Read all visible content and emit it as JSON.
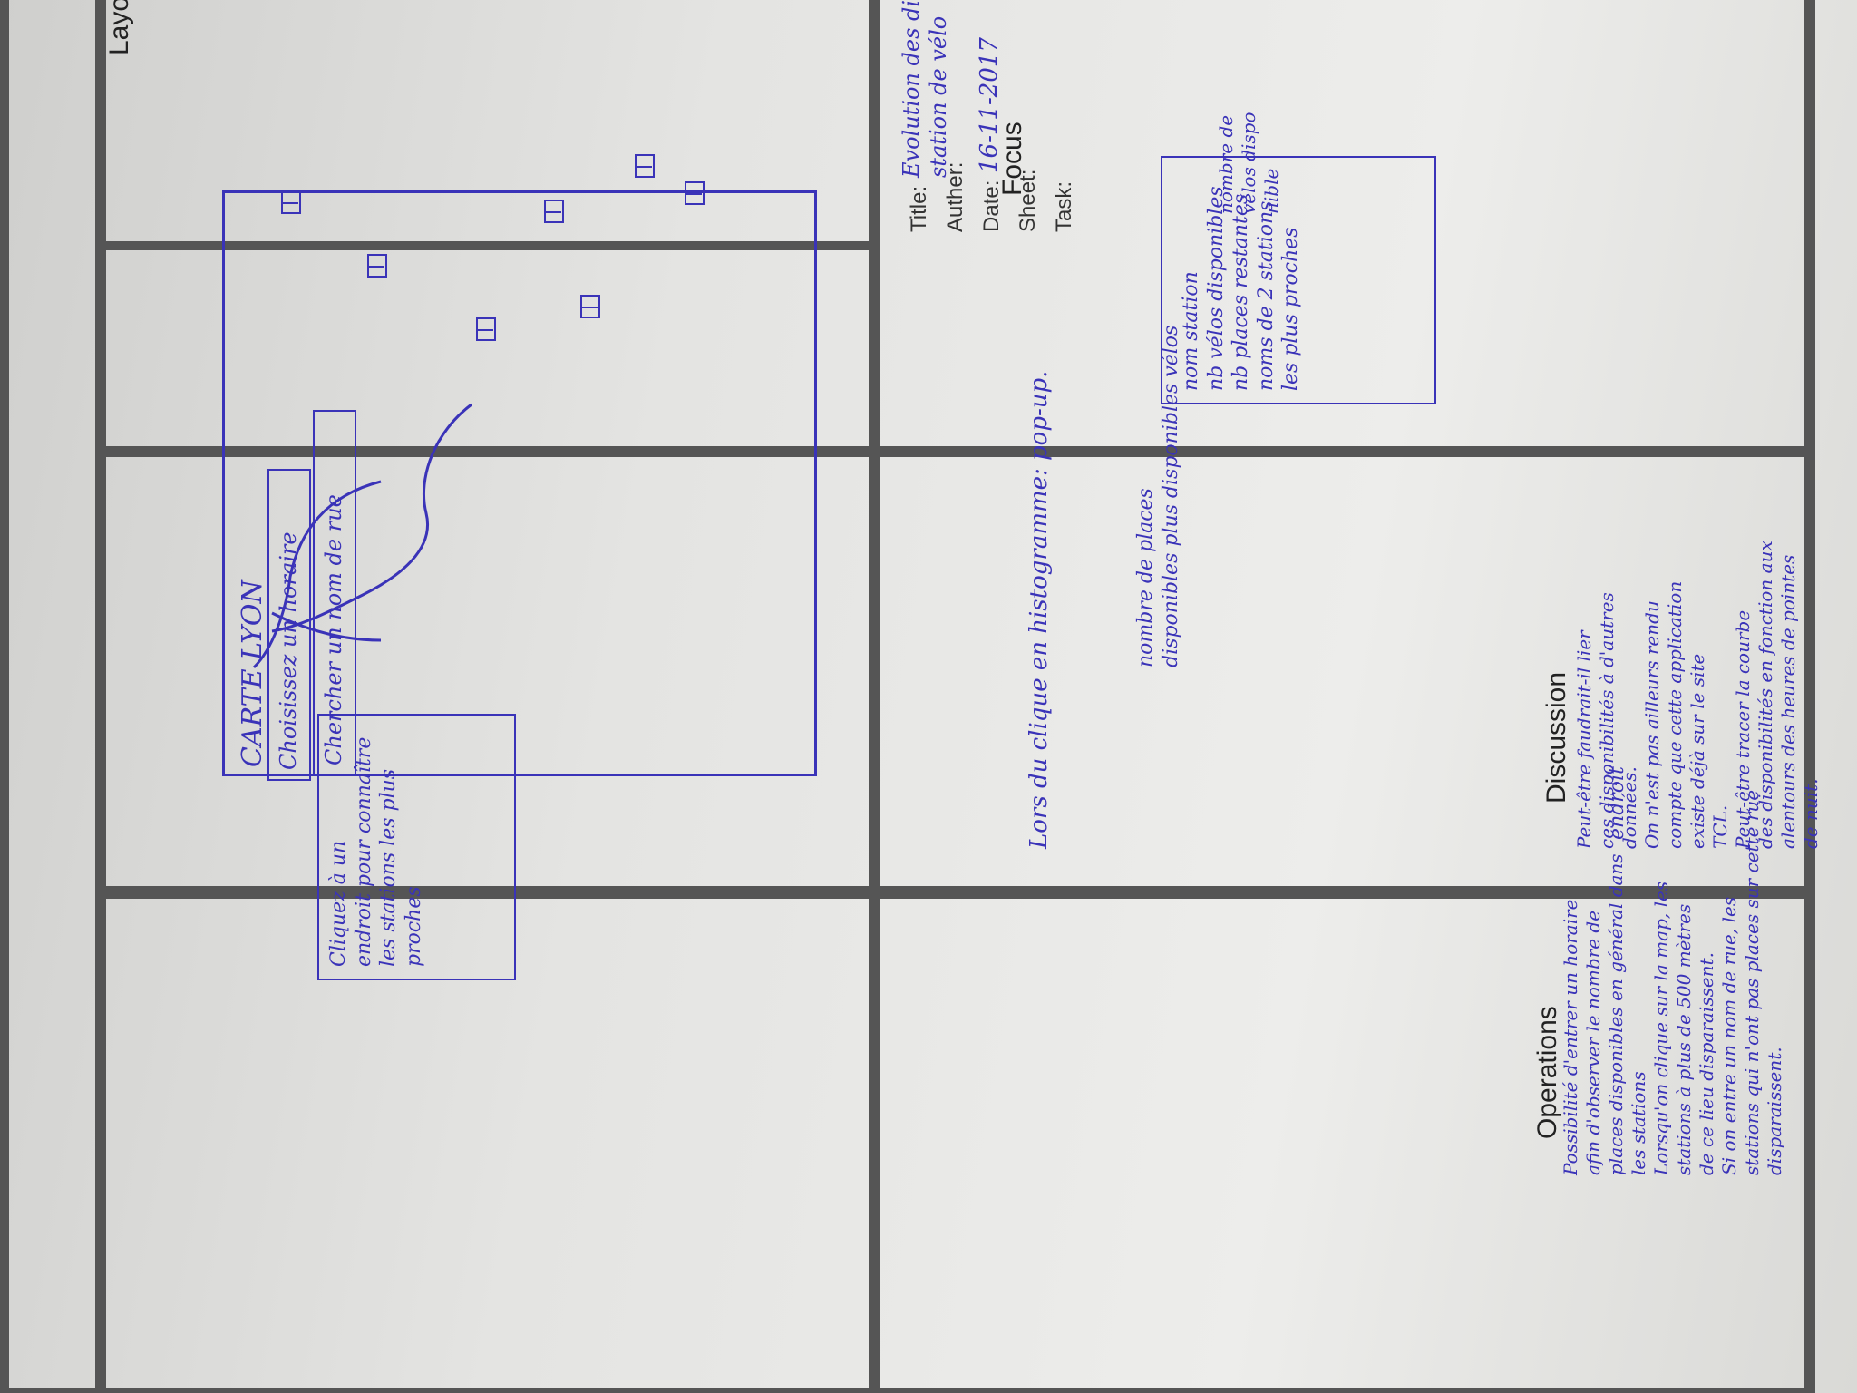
{
  "header": {
    "layout_label": "Layout",
    "title_label": "Title:",
    "title_value_line1": "Evolution des disponibilités des",
    "title_value_line2": "station de vélo",
    "author_label": "Auther:",
    "date_label": "Date:",
    "date_value": "16-11-2017",
    "sheet_label": "Sheet:",
    "task_label": "Task:"
  },
  "layout_sketch": {
    "map_title": "CARTE LYON",
    "choose_time_button": "Choisissez un horaire",
    "search_street_input": "Chercher un nom de rue",
    "hint_lines": [
      "Cliquez à un",
      "endroit pour connaître",
      "les stations les plus",
      "proches"
    ],
    "legend_annotation_top": "nombre de places",
    "legend_annotation_bottom": "disponibles plus disponibles vélos",
    "left_annotation_lines": [
      "nombre de",
      "vélos dispo",
      "nible"
    ]
  },
  "operations": {
    "title": "Operations",
    "lines": [
      "Possibilité d'entrer un horaire",
      "afin d'observer le nombre de",
      "places disponibles en général dans",
      "les stations",
      "Lorsqu'on clique sur la map, les",
      "stations à plus de 500 mètres",
      "de ce lieu disparaissent.",
      "Si on entre un nom de rue, les",
      "stations qui n'ont pas places sur cette rue",
      "disparaissent."
    ]
  },
  "focus": {
    "title": "Focus",
    "line": "Lors du clique en histogramme: pop-up.",
    "popup_lines": [
      "nom station",
      "nb vélos disponibles",
      "nb places restantes",
      "noms de 2 stations",
      "les plus proches"
    ],
    "side_note": "endroit"
  },
  "discussion": {
    "title": "Discussion",
    "lines": [
      "Peut-être faudrait-il lier",
      "ces disponibilités à d'autres",
      "données.",
      "On n'est pas ailleurs rendu",
      "compte que cette application",
      "existe déjà sur le site",
      "TCL.",
      "Peut-être tracer la courbe",
      "des disponibilités en fonction aux",
      "alentours des heures de pointes",
      "de nuit."
    ]
  }
}
